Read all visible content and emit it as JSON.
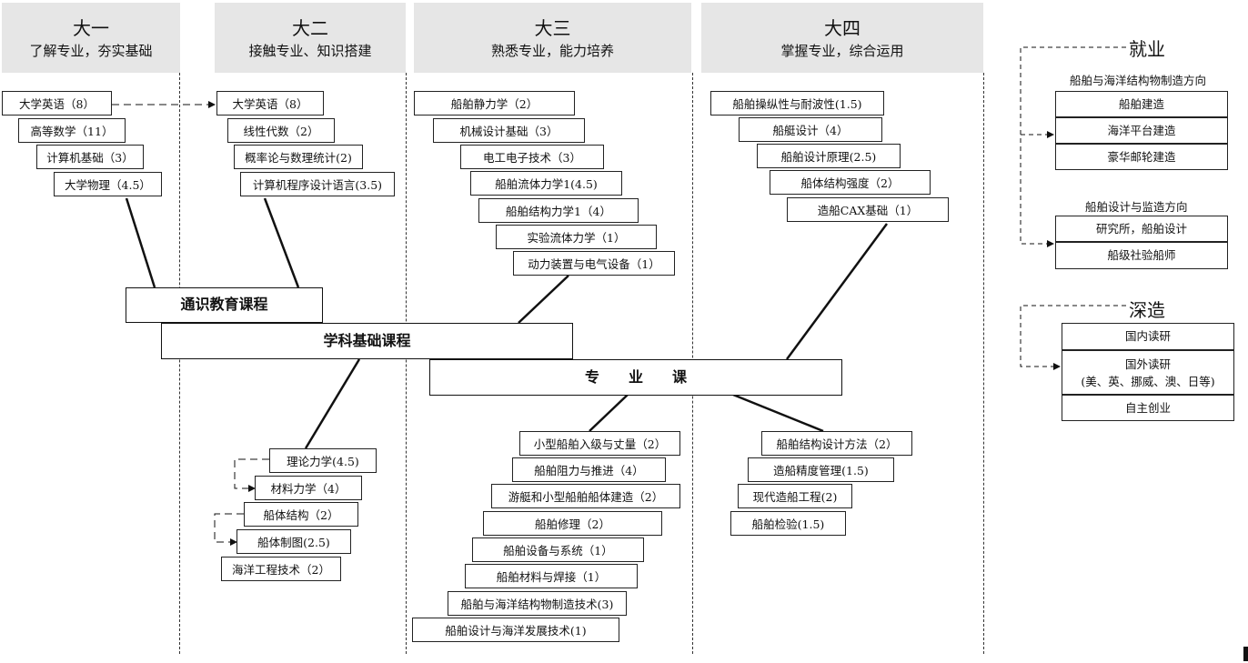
{
  "years": [
    {
      "title": "大一",
      "subtitle": "了解专业，夯实基础"
    },
    {
      "title": "大二",
      "subtitle": "接触专业、知识搭建"
    },
    {
      "title": "大三",
      "subtitle": "熟悉专业，能力培养"
    },
    {
      "title": "大四",
      "subtitle": "掌握专业，综合运用"
    }
  ],
  "spines": {
    "general": "通识教育课程",
    "foundation": "学科基础课程",
    "major": "专　　业　　课"
  },
  "year1_courses": [
    "大学英语（8）",
    "高等数学（11）",
    "计算机基础（3）",
    "大学物理（4.5）"
  ],
  "year2_upper": [
    "大学英语（8）",
    "线性代数（2）",
    "概率论与数理统计(2)",
    "计算机程序设计语言(3.5)"
  ],
  "year2_lower": [
    "理论力学(4.5)",
    "材料力学（4）",
    "船体结构（2）",
    "船体制图(2.5)",
    "海洋工程技术（2）"
  ],
  "year3_upper": [
    "船舶静力学（2）",
    "机械设计基础（3）",
    "电工电子技术（3）",
    "船舶流体力学1(4.5)",
    "船舶结构力学1（4）",
    "实验流体力学（1）",
    "动力装置与电气设备（1）"
  ],
  "year3_lower": [
    "小型船舶入级与丈量（2）",
    "船舶阻力与推进（4）",
    "游艇和小型船舶船体建造（2）",
    "船舶修理（2）",
    "船舶设备与系统（1）",
    "船舶材料与焊接（1）",
    "船舶与海洋结构物制造技术(3)",
    "船舶设计与海洋发展技术(1)"
  ],
  "year4_upper": [
    "船舶操纵性与耐波性(1.5)",
    "船艇设计（4）",
    "船舶设计原理(2.5)",
    "船体结构强度（2）",
    "造船CAX基础（1）"
  ],
  "year4_lower": [
    "船舶结构设计方法（2）",
    "造船精度管理(1.5)",
    "现代造船工程(2)",
    "船舶检验(1.5)"
  ],
  "career": {
    "employment_title": "就业",
    "direction1_title": "船舶与海洋结构物制造方向",
    "direction1_items": [
      "船舶建造",
      "海洋平台建造",
      "豪华邮轮建造"
    ],
    "direction2_title": "船舶设计与监造方向",
    "direction2_items": [
      "研究所，船舶设计",
      "船级社验船师"
    ],
    "further_title": "深造",
    "further_items": [
      "国内读研",
      "国外读研",
      "(美、英、挪威、澳、日等)",
      "自主创业"
    ]
  }
}
